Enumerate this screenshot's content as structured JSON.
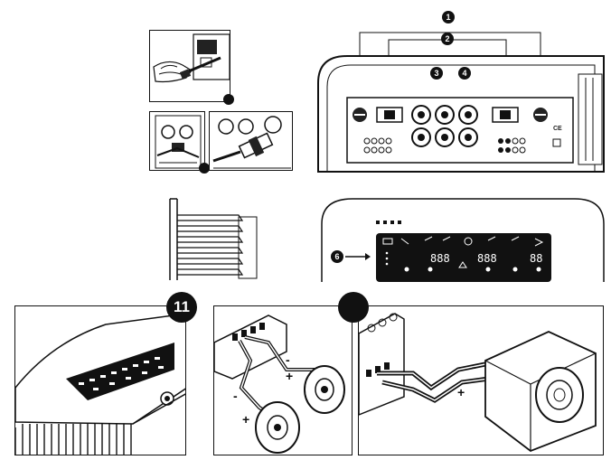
{
  "callouts": {
    "c1": "1",
    "c2": "2",
    "c3": "3",
    "c4": "4",
    "c6": "6",
    "c11": "11"
  },
  "polarity": {
    "minus": "-",
    "plus": "+"
  },
  "amp_display": {
    "digits_left": "888",
    "digits_mid": "888",
    "digits_right": "88"
  },
  "rear_panel": {
    "ce_mark": "CE"
  }
}
